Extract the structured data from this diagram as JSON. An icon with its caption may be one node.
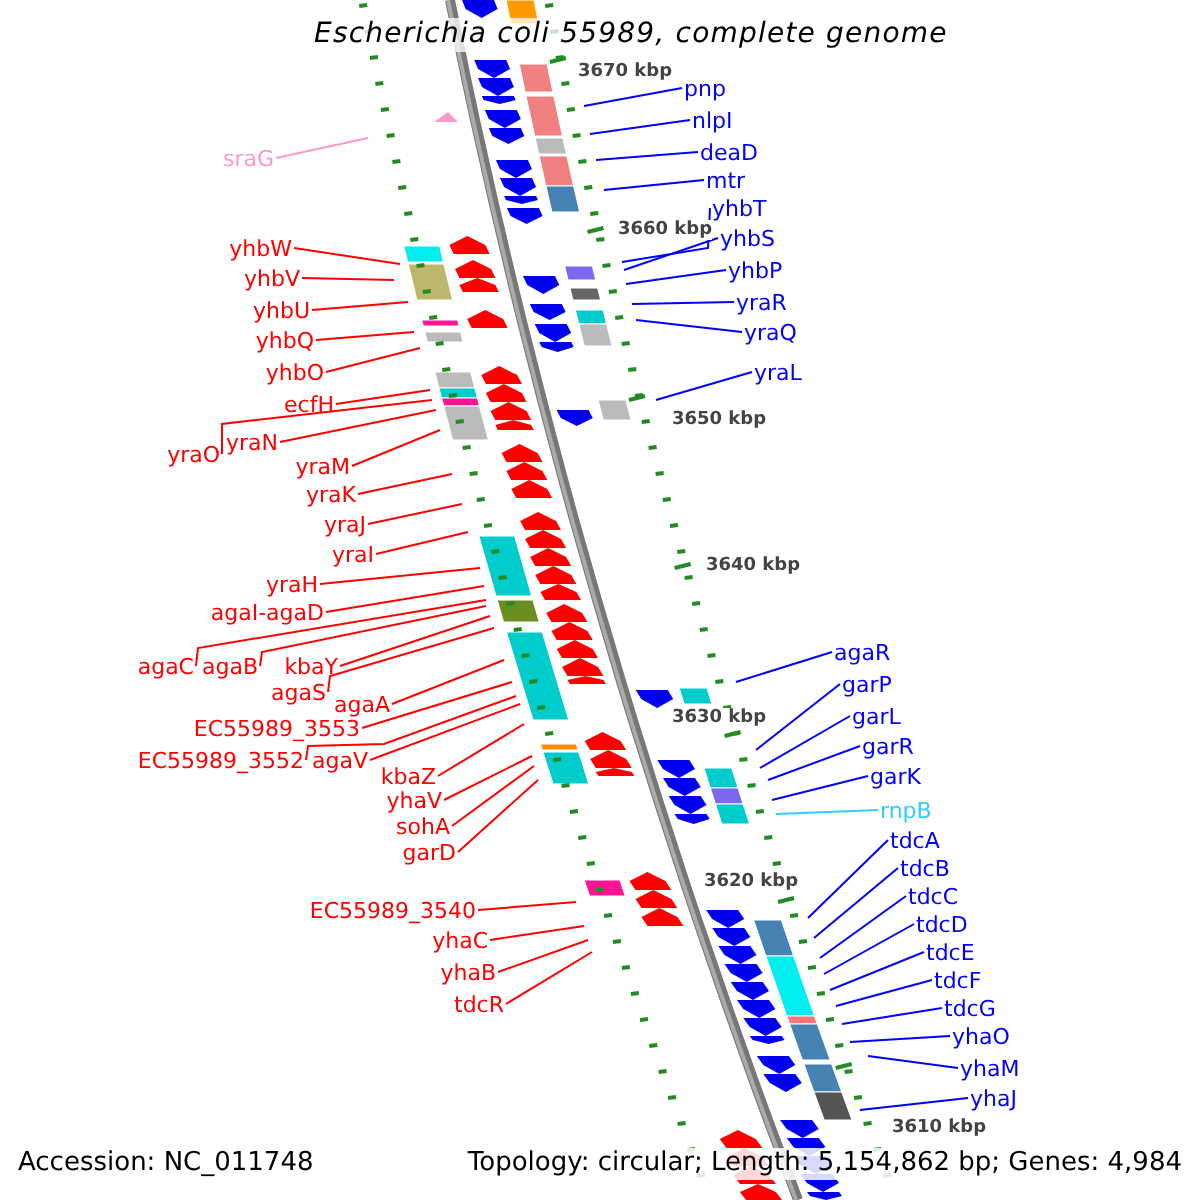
{
  "diagram": {
    "title": "Escherichia coli 55989, complete genome",
    "nodes": [
      {
        "text": [
          "sraG"
        ]
      },
      {
        "text": [
          "yhbW"
        ]
      },
      {
        "text": [
          "yhbV"
        ]
      },
      {
        "text": [
          "yhbU"
        ]
      },
      {
        "text": [
          "yhbQ"
        ]
      },
      {
        "text": [
          "yhbO"
        ]
      },
      {
        "text": [
          "ecfH"
        ]
      },
      {
        "text": [
          "yraO"
        ]
      },
      {
        "text": [
          "yraN"
        ]
      },
      {
        "text": [
          "yraM"
        ]
      },
      {
        "text": [
          "yraK"
        ]
      },
      {
        "text": [
          "yraJ"
        ]
      },
      {
        "text": [
          "yraI"
        ]
      },
      {
        "text": [
          "yraH"
        ]
      },
      {
        "text": [
          "agaI-agaD"
        ]
      },
      {
        "text": [
          "agaC"
        ]
      },
      {
        "text": [
          "agaB"
        ]
      },
      {
        "text": [
          "kbaY"
        ]
      },
      {
        "text": [
          "agaS"
        ]
      },
      {
        "text": [
          "agaA"
        ]
      },
      {
        "text": [
          "EC55989_3553"
        ]
      },
      {
        "text": [
          "EC55989_3552"
        ]
      },
      {
        "text": [
          "agaV"
        ]
      },
      {
        "text": [
          "kbaZ"
        ]
      },
      {
        "text": [
          "yhaV"
        ]
      },
      {
        "text": [
          "sohA"
        ]
      },
      {
        "text": [
          "garD"
        ]
      },
      {
        "text": [
          "EC55989_3540"
        ]
      },
      {
        "text": [
          "yhaC"
        ]
      },
      {
        "text": [
          "yhaB"
        ]
      },
      {
        "text": [
          "tdcR"
        ]
      },
      {
        "text": [
          "pnp"
        ]
      },
      {
        "text": [
          "nlpI"
        ]
      },
      {
        "text": [
          "deaD"
        ]
      },
      {
        "text": [
          "mtr"
        ]
      },
      {
        "text": [
          "yhbT"
        ]
      },
      {
        "text": [
          "yhbS"
        ]
      },
      {
        "text": [
          "yhbP"
        ]
      },
      {
        "text": [
          "yraR"
        ]
      },
      {
        "text": [
          "yraQ"
        ]
      },
      {
        "text": [
          "yraL"
        ]
      },
      {
        "text": [
          "agaR"
        ]
      },
      {
        "text": [
          "garP"
        ]
      },
      {
        "text": [
          "garL"
        ]
      },
      {
        "text": [
          "garR"
        ]
      },
      {
        "text": [
          "garK"
        ]
      },
      {
        "text": [
          "rnpB"
        ]
      },
      {
        "text": [
          "tdcA"
        ]
      },
      {
        "text": [
          "tdcB"
        ]
      },
      {
        "text": [
          "tdcC"
        ]
      },
      {
        "text": [
          "tdcD"
        ]
      },
      {
        "text": [
          "tdcE"
        ]
      },
      {
        "text": [
          "tdcF"
        ]
      },
      {
        "text": [
          "tdcG"
        ]
      },
      {
        "text": [
          "yhaO"
        ]
      },
      {
        "text": [
          "yhaM"
        ]
      },
      {
        "text": [
          "yhaJ"
        ]
      }
    ],
    "edges": [
      {
        "from": 0,
        "to": null,
        "arrow": "none",
        "color": "#ff99cc"
      },
      {
        "from": 1,
        "to": null,
        "arrow": "none"
      },
      {
        "from": 2,
        "to": null,
        "arrow": "none"
      },
      {
        "from": 3,
        "to": null,
        "arrow": "none"
      },
      {
        "from": 4,
        "to": null,
        "arrow": "none"
      },
      {
        "from": 5,
        "to": null,
        "arrow": "none"
      },
      {
        "from": 6,
        "to": null,
        "arrow": "none"
      },
      {
        "from": 7,
        "to": null,
        "arrow": "none"
      },
      {
        "from": 8,
        "to": null,
        "arrow": "none"
      },
      {
        "from": 9,
        "to": null,
        "arrow": "none"
      },
      {
        "from": 10,
        "to": null,
        "arrow": "none"
      },
      {
        "from": 11,
        "to": null,
        "arrow": "none"
      },
      {
        "from": 12,
        "to": null,
        "arrow": "none"
      },
      {
        "from": 13,
        "to": null,
        "arrow": "none"
      },
      {
        "from": 14,
        "to": null,
        "arrow": "none"
      },
      {
        "from": 15,
        "to": null,
        "arrow": "none"
      },
      {
        "from": 16,
        "to": null,
        "arrow": "none"
      },
      {
        "from": 17,
        "to": null,
        "arrow": "none"
      },
      {
        "from": 18,
        "to": null,
        "arrow": "none"
      },
      {
        "from": 19,
        "to": null,
        "arrow": "none"
      },
      {
        "from": 20,
        "to": null,
        "arrow": "none"
      },
      {
        "from": 21,
        "to": null,
        "arrow": "none"
      },
      {
        "from": 22,
        "to": null,
        "arrow": "none"
      },
      {
        "from": 23,
        "to": null,
        "arrow": "none"
      },
      {
        "from": 24,
        "to": null,
        "arrow": "none"
      },
      {
        "from": 25,
        "to": null,
        "arrow": "none"
      },
      {
        "from": 26,
        "to": null,
        "arrow": "none"
      },
      {
        "from": 27,
        "to": null,
        "arrow": "none"
      },
      {
        "from": 28,
        "to": null,
        "arrow": "none"
      },
      {
        "from": 29,
        "to": null,
        "arrow": "none"
      },
      {
        "from": 30,
        "to": null,
        "arrow": "none"
      },
      {
        "from": 31,
        "to": null,
        "arrow": "none",
        "color": "#0000ff"
      },
      {
        "from": 32,
        "to": null,
        "arrow": "none",
        "color": "#0000ff"
      },
      {
        "from": 33,
        "to": null,
        "arrow": "none",
        "color": "#0000ff"
      },
      {
        "from": 34,
        "to": null,
        "arrow": "none",
        "color": "#0000ff"
      },
      {
        "from": 35,
        "to": null,
        "arrow": "none",
        "color": "#0000ff"
      },
      {
        "from": 36,
        "to": null,
        "arrow": "none",
        "color": "#0000ff"
      },
      {
        "from": 37,
        "to": null,
        "arrow": "none",
        "color": "#0000ff"
      },
      {
        "from": 38,
        "to": null,
        "arrow": "none",
        "color": "#0000ff"
      },
      {
        "from": 39,
        "to": null,
        "arrow": "none",
        "color": "#0000ff"
      },
      {
        "from": 40,
        "to": null,
        "arrow": "none",
        "color": "#0000ff"
      },
      {
        "from": 41,
        "to": null,
        "arrow": "none",
        "color": "#0000ff"
      },
      {
        "from": 42,
        "to": null,
        "arrow": "none",
        "color": "#0000ff"
      },
      {
        "from": 43,
        "to": null,
        "arrow": "none",
        "color": "#0000ff"
      },
      {
        "from": 44,
        "to": null,
        "arrow": "none",
        "color": "#0000ff"
      },
      {
        "from": 45,
        "to": null,
        "arrow": "none",
        "color": "#0000ff"
      },
      {
        "from": 46,
        "to": null,
        "arrow": "none",
        "color": "#33ccff"
      },
      {
        "from": 47,
        "to": null,
        "arrow": "none",
        "color": "#0000ff"
      },
      {
        "from": 48,
        "to": null,
        "arrow": "none",
        "color": "#0000ff"
      },
      {
        "from": 49,
        "to": null,
        "arrow": "none",
        "color": "#0000ff"
      },
      {
        "from": 50,
        "to": null,
        "arrow": "none",
        "color": "#0000ff"
      },
      {
        "from": 51,
        "to": null,
        "arrow": "none",
        "color": "#0000ff"
      },
      {
        "from": 52,
        "to": null,
        "arrow": "none",
        "color": "#0000ff"
      },
      {
        "from": 53,
        "to": null,
        "arrow": "none",
        "color": "#0000ff"
      },
      {
        "from": 54,
        "to": null,
        "arrow": "none",
        "color": "#0000ff"
      },
      {
        "from": 55,
        "to": null,
        "arrow": "none",
        "color": "#0000ff"
      },
      {
        "from": 56,
        "to": null,
        "arrow": "none",
        "color": "#0000ff"
      }
    ],
    "labels": [
      "3670 kbp",
      "3660 kbp",
      "3650 kbp",
      "3640 kbp",
      "3630 kbp",
      "3620 kbp",
      "3610 kbp",
      "Accession: NC_011748",
      "Topology: circular; Length: 5,154,862 bp; Genes: 4,984"
    ]
  }
}
